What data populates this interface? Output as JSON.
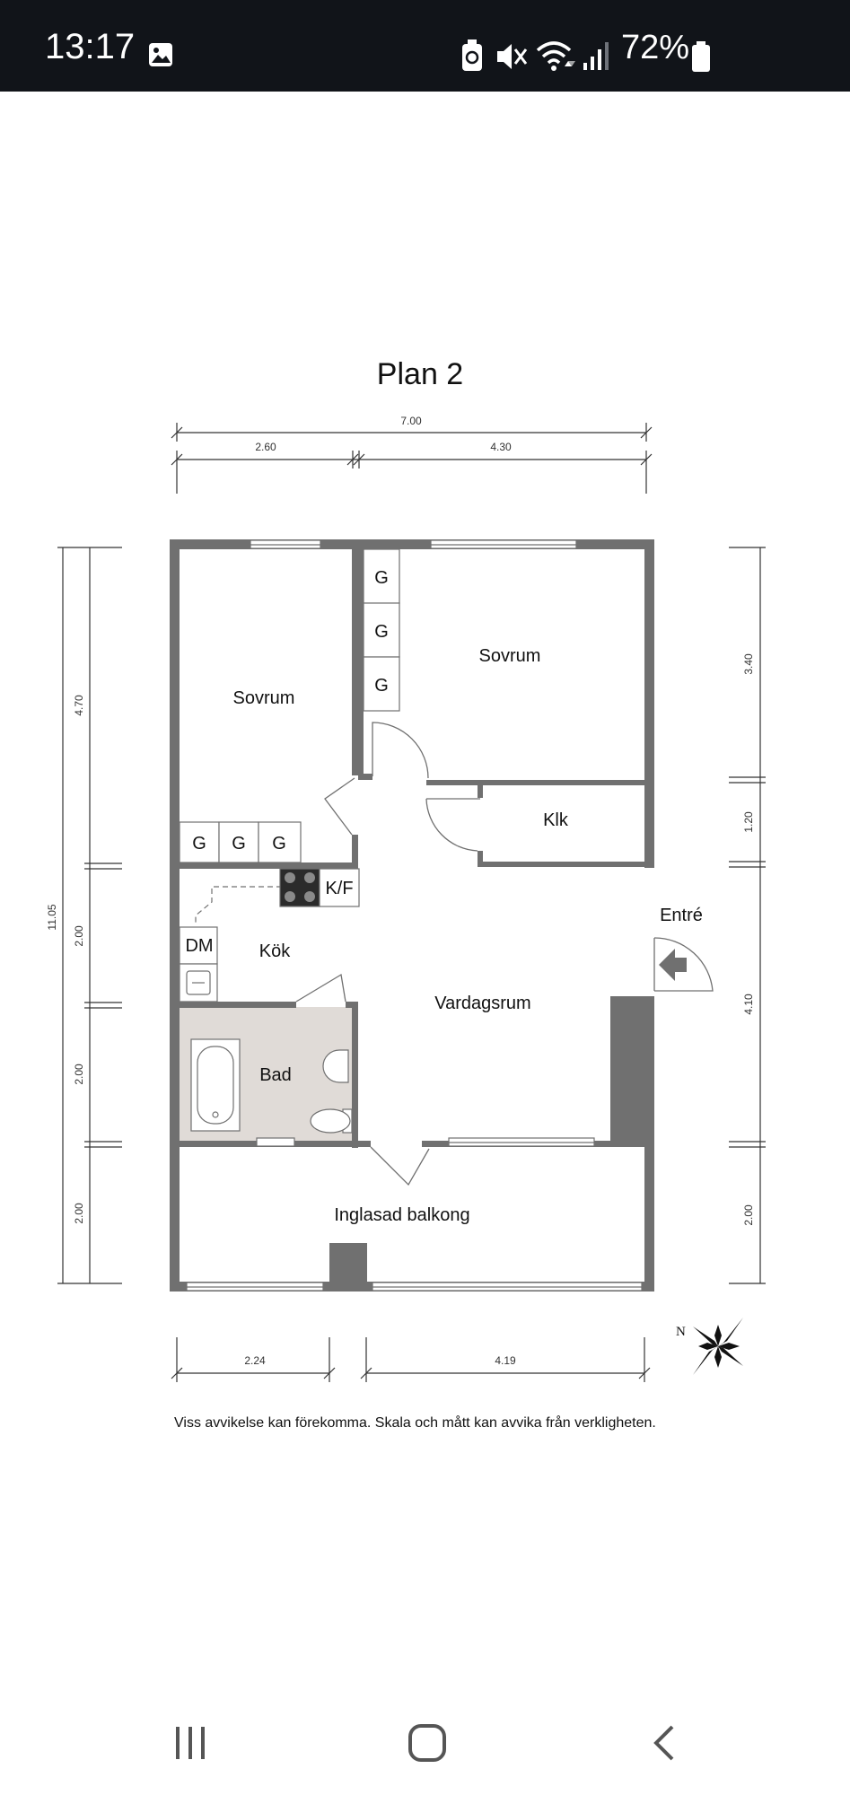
{
  "status_bar": {
    "time": "13:17",
    "battery_percent": "72%",
    "icons": [
      "gallery-icon",
      "battery-saver-icon",
      "mute-icon",
      "wifi-icon",
      "signal-icon",
      "battery-icon"
    ]
  },
  "floor_plan": {
    "title": "Plan 2",
    "dimensions": {
      "top_total": "7.00",
      "top_left": "2.60",
      "top_right": "4.30",
      "left_total": "11.05",
      "left_1": "4.70",
      "left_2": "2.00",
      "left_3": "2.00",
      "left_4": "2.00",
      "right_1": "3.40",
      "right_2": "1.20",
      "right_3": "4.10",
      "right_4": "2.00",
      "bottom_left": "2.24",
      "bottom_right": "4.19"
    },
    "rooms": {
      "sovrum_left": "Sovrum",
      "sovrum_right": "Sovrum",
      "klk": "Klk",
      "entre": "Entré",
      "kok": "Kök",
      "kf": "K/F",
      "dm": "DM",
      "bad": "Bad",
      "vardagsrum": "Vardagsrum",
      "balkong": "Inglasad balkong",
      "wardrobe": "G"
    },
    "compass_label": "N",
    "disclaimer": "Viss avvikelse kan förekomma. Skala och mått kan avvika från verkligheten."
  },
  "nav_bar": {
    "buttons": [
      "recents-button",
      "home-button",
      "back-button"
    ]
  }
}
